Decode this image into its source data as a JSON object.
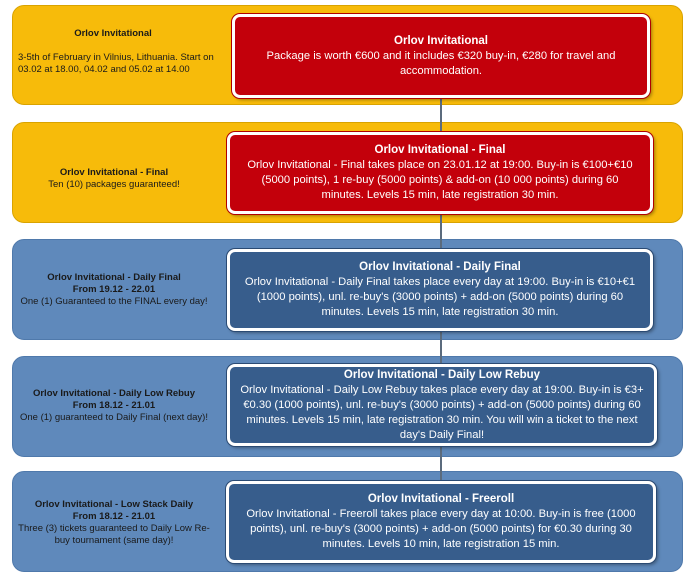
{
  "rows": [
    {
      "side_title": "Orlov Invitational",
      "side_dates": "",
      "side_text": "3-5th of February in Vilnius, Lithuania. Start on 03.02 at 18.00, 04.02 and 05.02 at 14.00",
      "box_title": "Orlov Invitational",
      "box_text": "Package is worth €600 and it includes €320 buy-in, €280 for travel and accommodation."
    },
    {
      "side_title": "Orlov Invitational  - Final",
      "side_dates": "",
      "side_text": "Ten (10) packages guaranteed!",
      "box_title": "Orlov Invitational - Final",
      "box_text": "Orlov Invitational - Final takes place on 23.01.12 at 19:00. Buy-in is €100+€10 (5000 points), 1 re-buy (5000 points) & add-on (10 000 points) during 60 minutes. Levels 15 min, late registration 30 min."
    },
    {
      "side_title": "Orlov Invitational  - Daily  Final",
      "side_dates": "From 19.12 - 22.01",
      "side_text": "One (1) Guaranteed to the  FINAL every day!",
      "box_title": "Orlov Invitational - Daily Final",
      "box_text": "Orlov Invitational - Daily Final takes place every day at 19:00. Buy-in is €10+€1 (1000 points), unl. re-buy's (3000 points) + add-on (5000 points) during 60 minutes. Levels 15 min, late registration 30 min."
    },
    {
      "side_title": "Orlov Invitational  - Daily  Low Rebuy",
      "side_dates": "From 18.12 - 21.01",
      "side_text": "One (1) guaranteed to Daily Final (next day)!",
      "box_title": "Orlov Invitational - Daily Low Rebuy",
      "box_text": "Orlov Invitational - Daily Low Rebuy takes place every day at 19:00. Buy-in is €3+€0.30 (1000 points), unl. re-buy's (3000 points) + add-on (5000 points) during 60 minutes. Levels 15 min,  late registration 30 min. You will win a ticket to the next day's Daily Final!"
    },
    {
      "side_title": "Orlov Invitational  - Low Stack Daily",
      "side_dates": "From 18.12 - 21.01",
      "side_text": "Three (3) tickets guaranteed to Daily  Low Re-buy tournament (same day)!",
      "box_title": "Orlov Invitational - Freeroll",
      "box_text": "Orlov Invitational - Freeroll takes place every day at 10:00. Buy-in is free (1000 points), unl. re-buy's (3000 points) + add-on (5000 points) for €0.30 during  30 minutes. Levels 10 min,  late registration 15 min."
    }
  ]
}
